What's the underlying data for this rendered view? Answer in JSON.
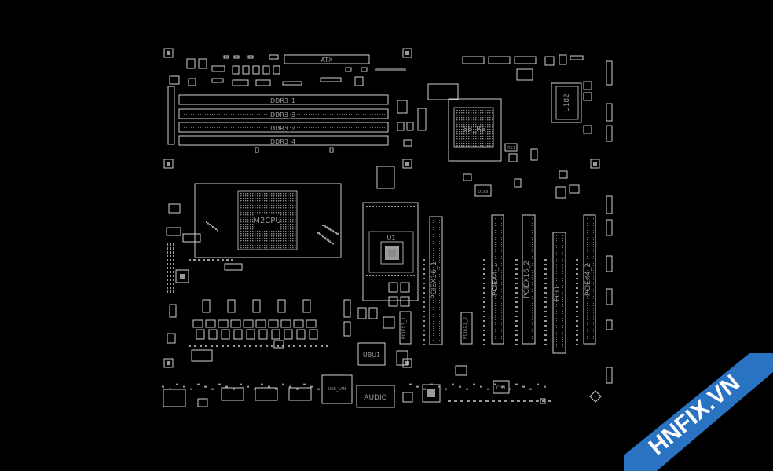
{
  "board": {
    "connectors": {
      "atx": "ATX",
      "audio": "AUDIO"
    },
    "dimms": [
      "DDR3_1",
      "DDR3_3",
      "DDR3_2",
      "DDR3_4"
    ],
    "chips": {
      "cpu": "M2CPU",
      "sb": "SB_RS",
      "u182": "U182",
      "ubu1": "UBU1",
      "u1": "U1",
      "cu1": "CU1",
      "rs1": "RS1",
      "usb": "USB_LAN"
    },
    "slots": {
      "pciex16_1": "PCIEX16_1",
      "pciex4_1": "PCIEX4_1",
      "pciex16_2": "PCIEX16_2",
      "pci1": "PCI1",
      "pciex4_2": "PCIEX4_2",
      "pciex1_1": "PCIEX1_1",
      "pciex1_2": "PCIEX1_2"
    }
  },
  "watermark": {
    "text": "HNFIX.VN",
    "color": "#2a73c2"
  }
}
